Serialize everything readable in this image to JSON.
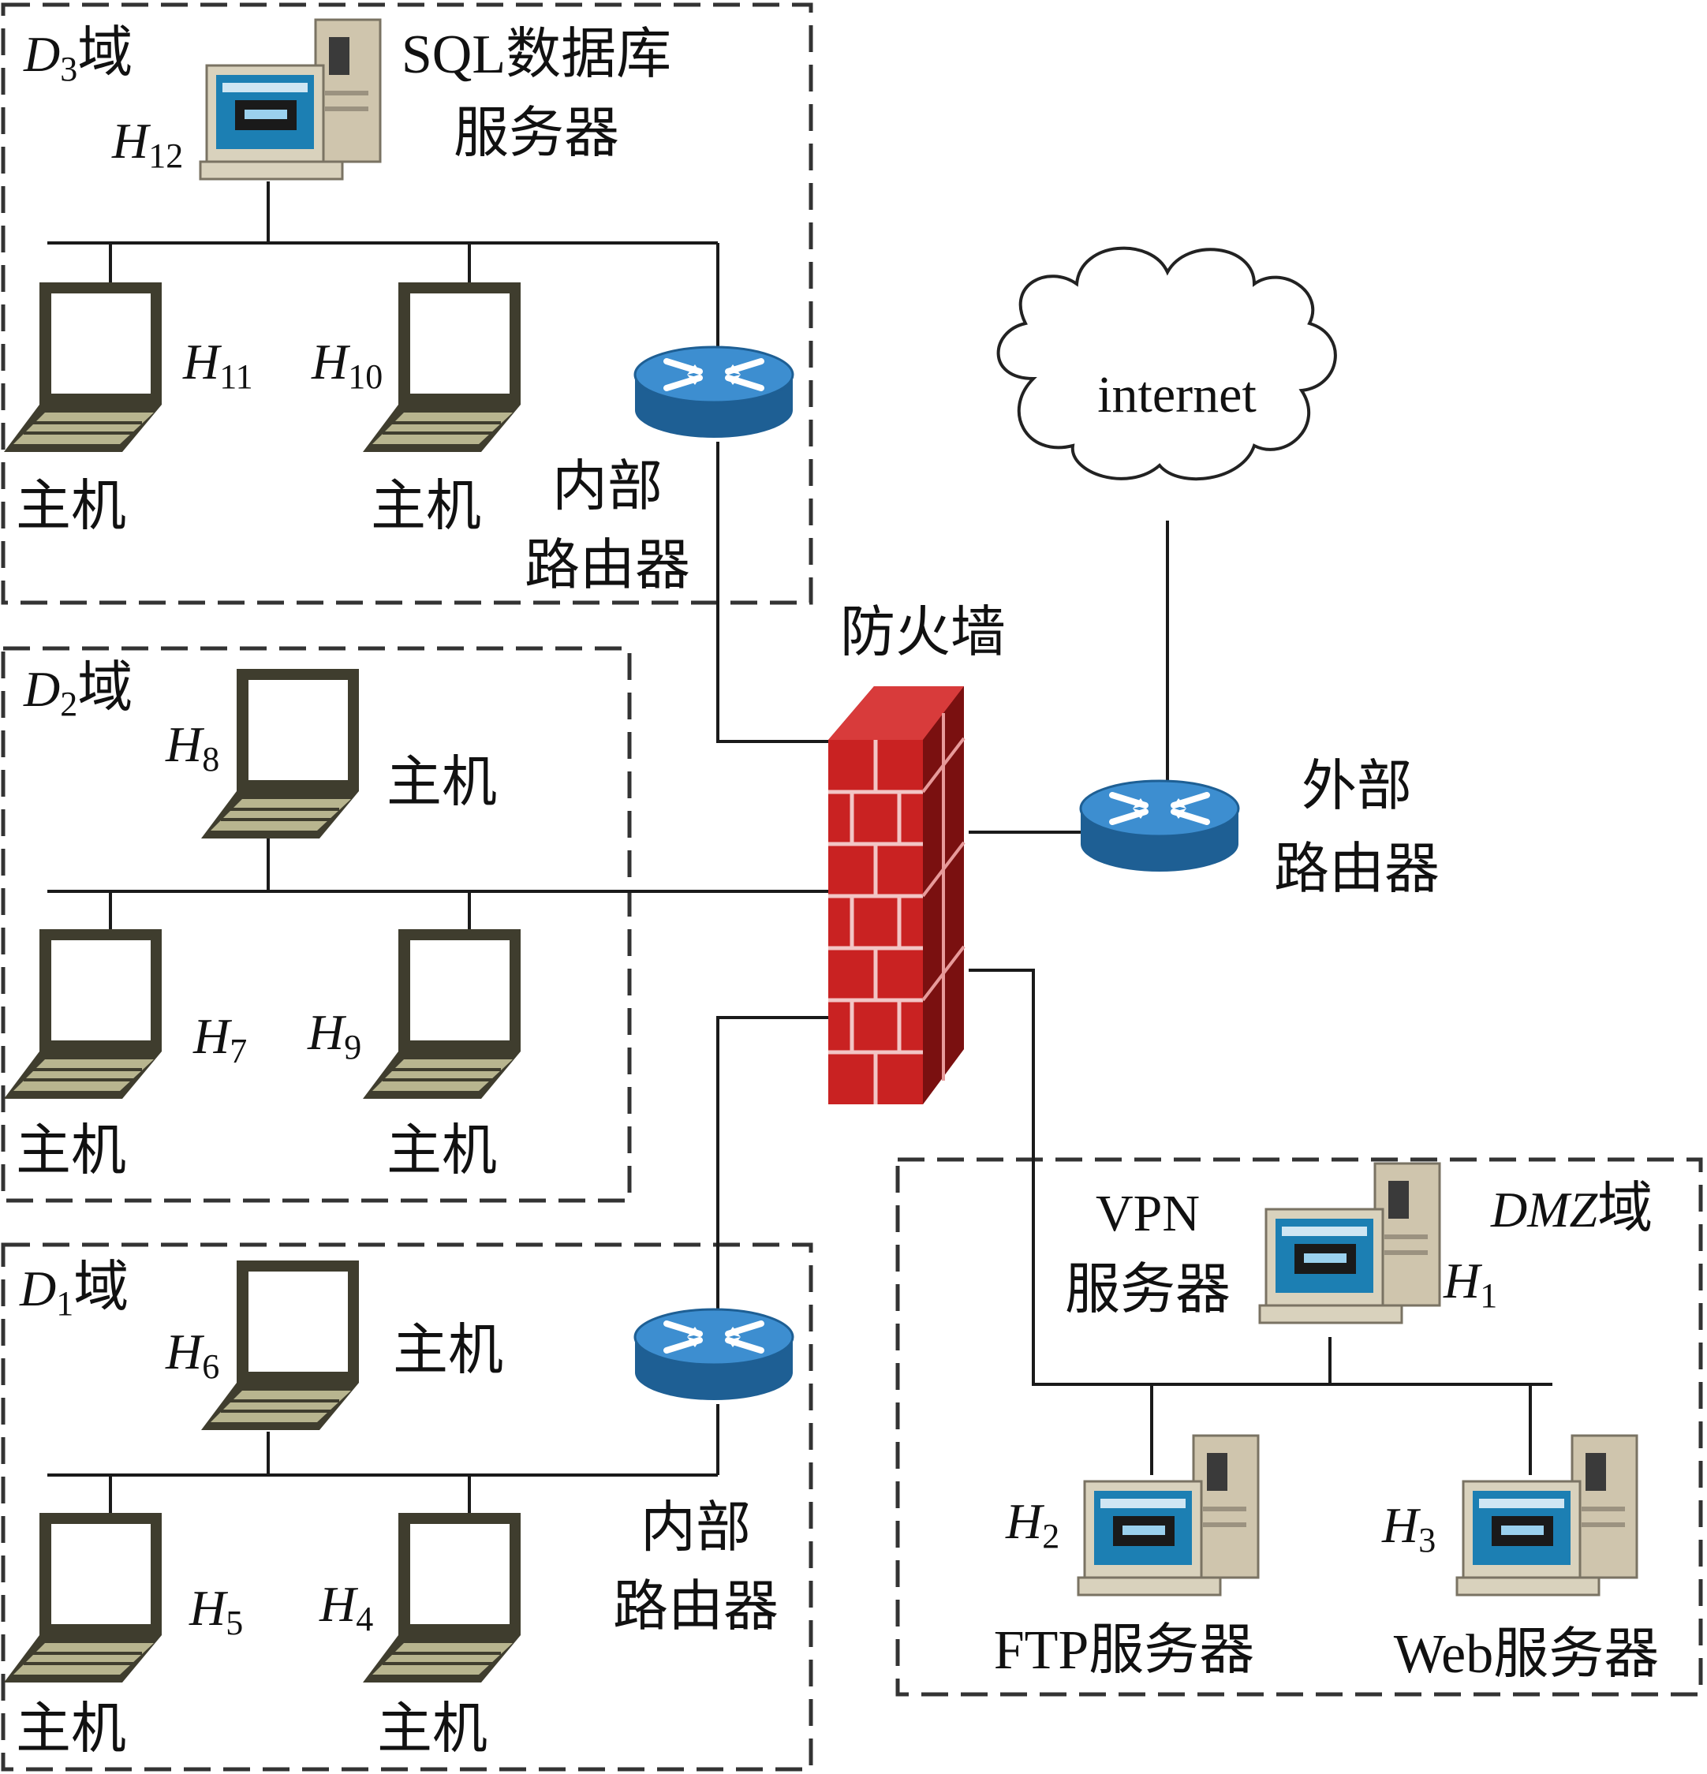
{
  "zones": {
    "d3": {
      "name": "D",
      "sub": "3",
      "suffix": "域"
    },
    "d2": {
      "name": "D",
      "sub": "2",
      "suffix": "域"
    },
    "d1": {
      "name": "D",
      "sub": "1",
      "suffix": "域"
    },
    "dmz": {
      "name": "DMZ",
      "suffix": "域"
    }
  },
  "hosts": {
    "h12": {
      "id": "H",
      "sub": "12",
      "caption1": "SQL数据库",
      "caption2": "服务器"
    },
    "h11": {
      "id": "H",
      "sub": "11",
      "caption": "主机"
    },
    "h10": {
      "id": "H",
      "sub": "10",
      "caption": "主机"
    },
    "h8": {
      "id": "H",
      "sub": "8",
      "caption": "主机"
    },
    "h7": {
      "id": "H",
      "sub": "7",
      "caption": "主机"
    },
    "h9": {
      "id": "H",
      "sub": "9",
      "caption": "主机"
    },
    "h6": {
      "id": "H",
      "sub": "6",
      "caption": "主机"
    },
    "h5": {
      "id": "H",
      "sub": "5",
      "caption": "主机"
    },
    "h4": {
      "id": "H",
      "sub": "4",
      "caption": "主机"
    },
    "h1": {
      "id": "H",
      "sub": "1",
      "caption1": "VPN",
      "caption2": "服务器"
    },
    "h2": {
      "id": "H",
      "sub": "2",
      "caption": "FTP服务器"
    },
    "h3": {
      "id": "H",
      "sub": "3",
      "caption": "Web服务器"
    }
  },
  "network": {
    "internet": "internet",
    "firewall": "防火墙",
    "router_internal_top": {
      "line1": "内部",
      "line2": "路由器"
    },
    "router_internal_bottom": {
      "line1": "内部",
      "line2": "路由器"
    },
    "router_external": {
      "line1": "外部",
      "line2": "路由器"
    }
  }
}
